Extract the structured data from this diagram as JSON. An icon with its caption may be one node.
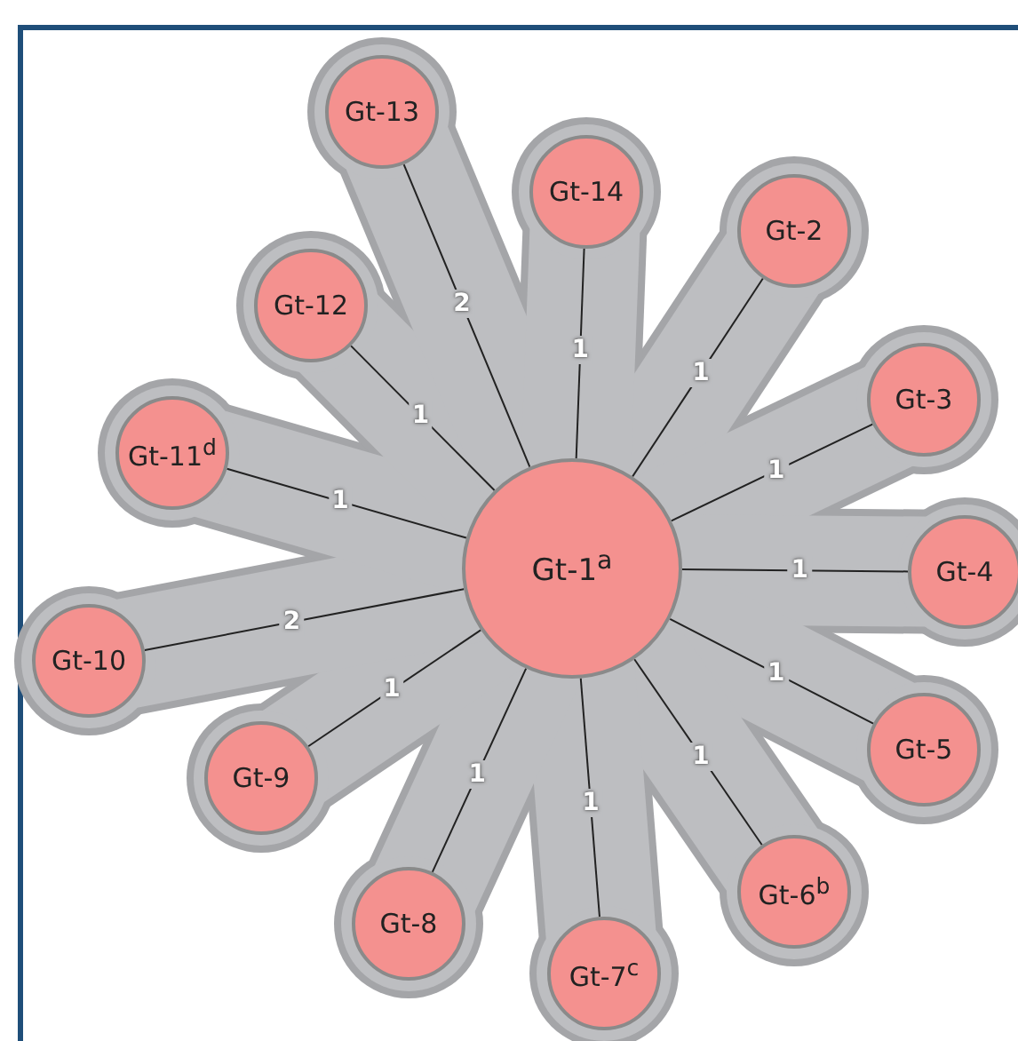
{
  "diagram": {
    "nodes": [
      {
        "text": [
          "Gt-1$^{a}$"
        ]
      },
      {
        "text": [
          "Gt-2"
        ]
      },
      {
        "text": [
          "Gt-3"
        ]
      },
      {
        "text": [
          "Gt-4"
        ]
      },
      {
        "text": [
          "Gt-5"
        ]
      },
      {
        "text": [
          "Gt-6$^{b}$"
        ]
      },
      {
        "text": [
          "Gt-7$^{c}$"
        ]
      },
      {
        "text": [
          "Gt-8"
        ]
      },
      {
        "text": [
          "Gt-9"
        ]
      },
      {
        "text": [
          "Gt-10"
        ]
      },
      {
        "text": [
          "Gt-11$^{d}$"
        ]
      },
      {
        "text": [
          "Gt-12"
        ]
      },
      {
        "text": [
          "Gt-13"
        ]
      },
      {
        "text": [
          "Gt-14"
        ]
      }
    ],
    "edges": [
      {
        "from": 0,
        "to": 1,
        "arrow": "none",
        "label": "1"
      },
      {
        "from": 0,
        "to": 2,
        "arrow": "none",
        "label": "1"
      },
      {
        "from": 0,
        "to": 3,
        "arrow": "none",
        "label": "1"
      },
      {
        "from": 0,
        "to": 4,
        "arrow": "none",
        "label": "1"
      },
      {
        "from": 0,
        "to": 5,
        "arrow": "none",
        "label": "1"
      },
      {
        "from": 0,
        "to": 6,
        "arrow": "none",
        "label": "1"
      },
      {
        "from": 0,
        "to": 7,
        "arrow": "none",
        "label": "1"
      },
      {
        "from": 0,
        "to": 8,
        "arrow": "none",
        "label": "1"
      },
      {
        "from": 0,
        "to": 9,
        "arrow": "none",
        "label": "2"
      },
      {
        "from": 0,
        "to": 10,
        "arrow": "none",
        "label": "1"
      },
      {
        "from": 0,
        "to": 11,
        "arrow": "none",
        "label": "1"
      },
      {
        "from": 0,
        "to": 12,
        "arrow": "none",
        "label": "2"
      },
      {
        "from": 0,
        "to": 13,
        "arrow": "none",
        "label": "1"
      }
    ]
  }
}
